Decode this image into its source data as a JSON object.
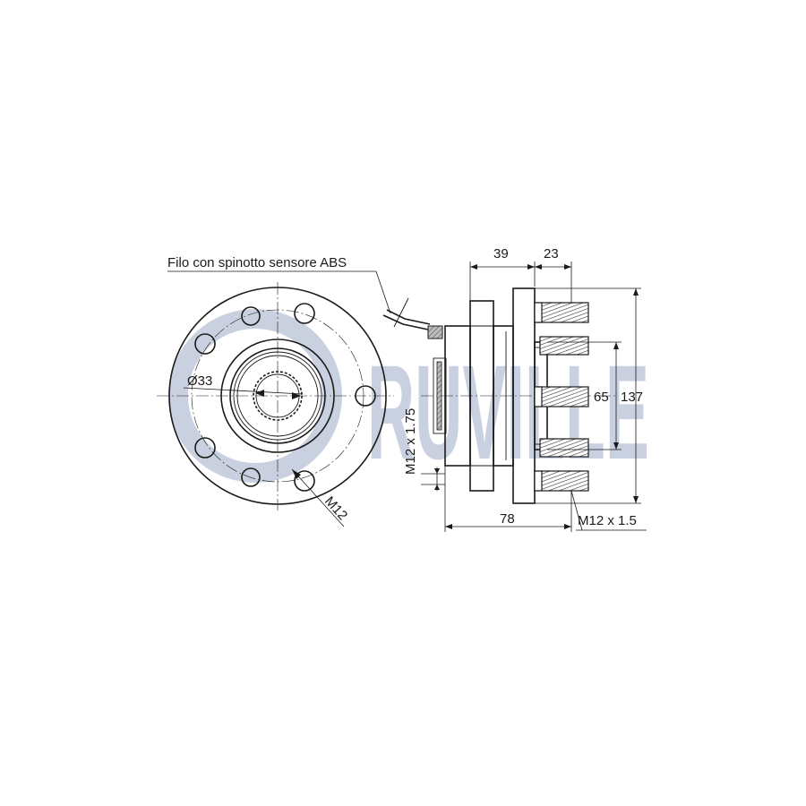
{
  "brand": {
    "watermark": "RUVILLE",
    "watermark_color": "#c9d1e0"
  },
  "labels": {
    "abs_wire_note": "Filo con spinotto sensore ABS",
    "bore_diameter": "Ø33",
    "bolt_thread_front": "M12",
    "nut_thread_side": "M12 x 1.75",
    "stud_thread": "M12 x 1.5"
  },
  "dimensions": {
    "flange_to_hub_length": "39",
    "hub_flange_thickness": "23",
    "total_length": "78",
    "pilot_diameter": "65",
    "flange_diameter": "137"
  },
  "colors": {
    "line": "#1a1a1a",
    "hatch_fill": "#b9b9b9"
  }
}
